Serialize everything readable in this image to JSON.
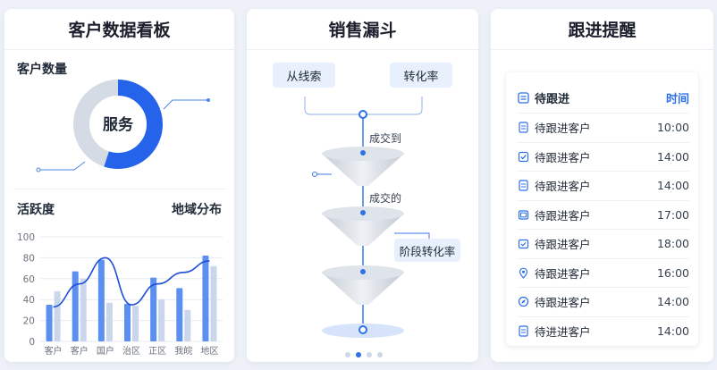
{
  "customer_board": {
    "title": "客户数据看板",
    "count_label": "客户数量",
    "donut": {
      "center_label": "服务",
      "fraction": 0.55,
      "primary_color": "#2563eb",
      "track_color": "#d5dbe5"
    },
    "activity_label": "活跃度",
    "region_label": "地域分布"
  },
  "chart_data": {
    "type": "bar",
    "title": "",
    "xlabel": "",
    "ylabel": "",
    "ylim": [
      0,
      100
    ],
    "yticks": [
      0,
      20,
      40,
      60,
      80,
      100
    ],
    "grid": true,
    "categories": [
      "客户",
      "客户",
      "国户",
      "治区",
      "正区",
      "我皖",
      "地区"
    ],
    "series": [
      {
        "values": [
          35,
          67,
          78,
          36,
          61,
          51,
          82
        ],
        "kind": "bar",
        "color": "#5b8ff0"
      },
      {
        "values": [
          48,
          60,
          37,
          34,
          40,
          30,
          72
        ],
        "kind": "bar",
        "color": "#c9d6ec"
      },
      {
        "values": [
          33,
          55,
          80,
          35,
          55,
          66,
          77
        ],
        "kind": "line",
        "color": "#1d4ed8"
      }
    ]
  },
  "sales_funnel": {
    "title": "销售漏斗",
    "tag_left": "从线索",
    "tag_right": "转化率",
    "label_1": "成交到",
    "label_2": "成交的",
    "label_3": "阶段转化率",
    "pages": 4,
    "active_page": 1
  },
  "follow_up": {
    "title": "跟进提醒",
    "header": {
      "label": "待跟进",
      "time": "时间",
      "icon": "list-icon"
    },
    "rows": [
      {
        "label": "待跟进客户",
        "time": "10:00",
        "icon": "document-icon"
      },
      {
        "label": "待跟进客户",
        "time": "14:00",
        "icon": "checkbox-icon"
      },
      {
        "label": "待跟进客户",
        "time": "14:00",
        "icon": "document-icon"
      },
      {
        "label": "待跟进客户",
        "time": "17:00",
        "icon": "image-icon"
      },
      {
        "label": "待跟进客户",
        "time": "18:00",
        "icon": "calendar-check-icon"
      },
      {
        "label": "待跟进客户",
        "time": "16:00",
        "icon": "location-icon"
      },
      {
        "label": "待跟进客户",
        "time": "14:00",
        "icon": "compass-icon"
      },
      {
        "label": "待进进客户",
        "time": "14:00",
        "icon": "document-icon"
      }
    ]
  }
}
